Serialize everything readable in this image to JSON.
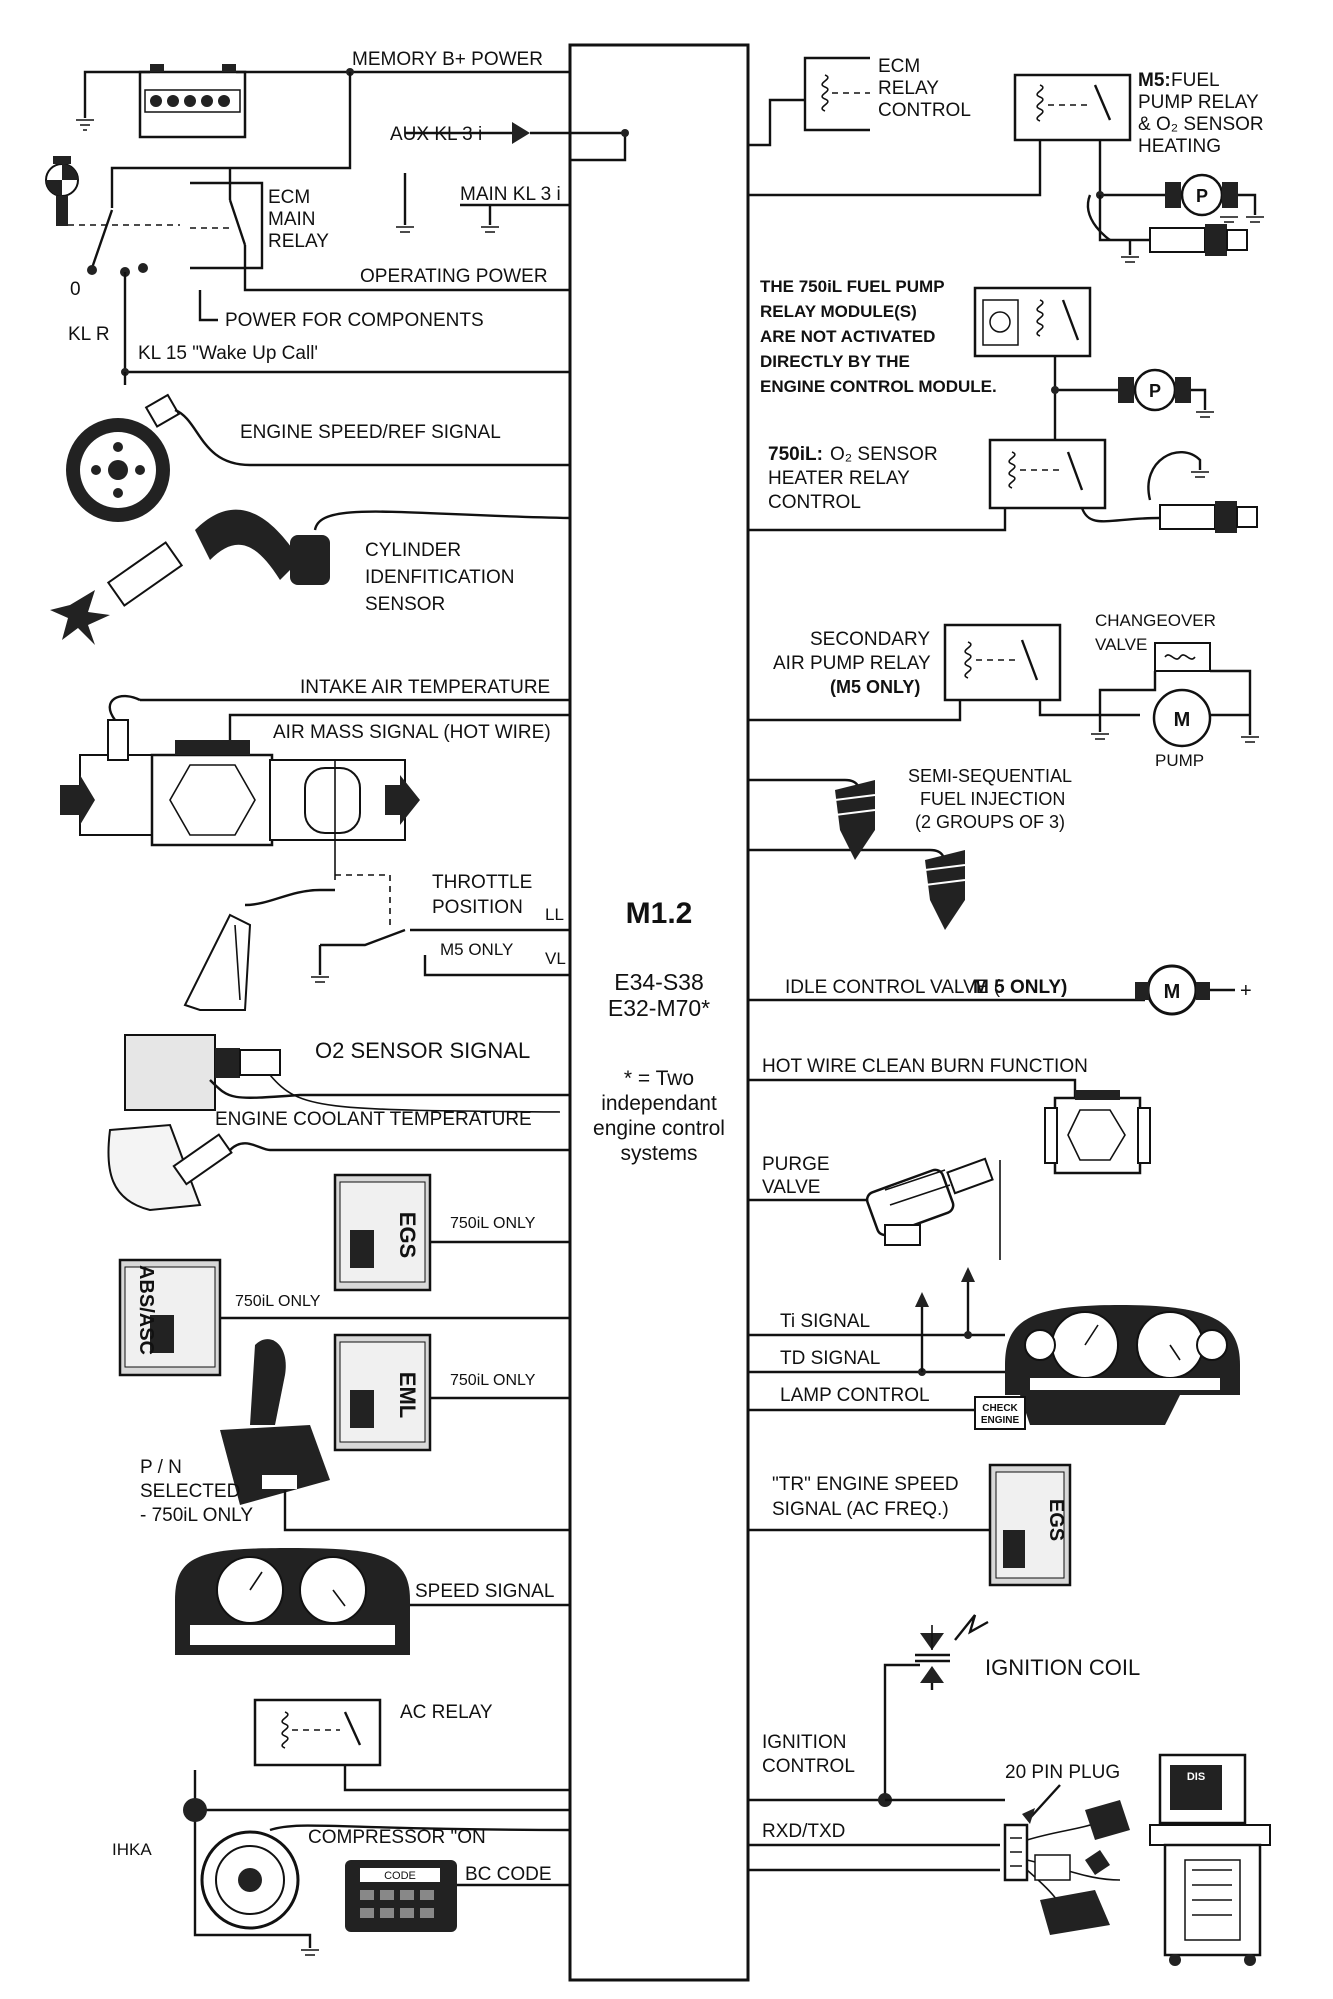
{
  "ecm": {
    "title": "M1.2",
    "model_line1": "E34-S38",
    "model_line2": "E32-M70*",
    "note_line1": "* = Two",
    "note_line2": "independant",
    "note_line3": "engine control",
    "note_line4": "systems"
  },
  "left": {
    "memory_power": "MEMORY B+ POWER",
    "aux_kl": "AUX KL 3 i",
    "main_kl": "MAIN KL 3 i",
    "ecm_main_relay": [
      "ECM",
      "MAIN",
      "RELAY"
    ],
    "operating_power": "OPERATING POWER",
    "power_components": "POWER FOR COMPONENTS",
    "switch_zero": "0",
    "kl_r": "KL R",
    "kl15": "KL 15 \"Wake Up Call'",
    "engine_speed": "ENGINE SPEED/REF SIGNAL",
    "cyl_id": [
      "CYLINDER",
      "IDENFITICATION",
      "SENSOR"
    ],
    "intake_air": "INTAKE AIR TEMPERATURE",
    "air_mass": "AIR MASS SIGNAL (HOT WIRE)",
    "throttle": [
      "THROTTLE",
      "POSITION"
    ],
    "ll": "LL",
    "m5_only": "M5 ONLY",
    "vl": "VL",
    "o2_signal": "O2 SENSOR SIGNAL",
    "coolant": "ENGINE COOLANT TEMPERATURE",
    "egs_label": "EGS",
    "abs_label": "ABS/ASC",
    "eml_label": "EML",
    "only_750_1": "750iL ONLY",
    "only_750_2": "750iL ONLY",
    "only_750_3": "750iL ONLY",
    "pn_selected": [
      "P / N",
      "SELECTED",
      "- 750iL ONLY"
    ],
    "speed_signal": "SPEED SIGNAL",
    "ac_relay": "AC RELAY",
    "ihka": "IHKA",
    "compressor": "COMPRESSOR \"ON",
    "code_label": "CODE",
    "bc_code": "BC CODE"
  },
  "right": {
    "ecm_relay_control": [
      "ECM",
      "RELAY",
      "CONTROL"
    ],
    "m5_fuel_bold": "M5:",
    "m5_fuel": [
      "FUEL",
      "PUMP RELAY",
      "& O₂ SENSOR",
      "HEATING"
    ],
    "fuel_pump_note": [
      "THE 750iL FUEL PUMP",
      "RELAY MODULE(S)",
      "ARE NOT ACTIVATED",
      "DIRECTLY BY THE",
      "ENGINE CONTROL MODULE."
    ],
    "o2_heater_bold": "750iL:",
    "o2_heater": [
      "O₂ SENSOR",
      "HEATER RELAY",
      "CONTROL"
    ],
    "pump_symbol": "P",
    "secondary_air": [
      "SECONDARY",
      "AIR PUMP RELAY",
      "(M5 ONLY)"
    ],
    "changeover": [
      "CHANGEOVER",
      "VALVE"
    ],
    "motor_symbol": "M",
    "pump": "PUMP",
    "injection": [
      "SEMI-SEQUENTIAL",
      "FUEL INJECTION",
      "(2 GROUPS OF 3)"
    ],
    "idle_control": "IDLE CONTROL VALVE (",
    "idle_control_bold": "M 5 ONLY)",
    "plus": "+",
    "hot_wire_clean": "HOT WIRE CLEAN BURN FUNCTION",
    "purge": [
      "PURGE",
      "VALVE"
    ],
    "ti_signal": "Ti SIGNAL",
    "td_signal": "TD SIGNAL",
    "lamp_control": "LAMP CONTROL",
    "check_engine": [
      "CHECK",
      "ENGINE"
    ],
    "tr_engine": [
      "\"TR\" ENGINE SPEED",
      "SIGNAL (AC FREQ.)"
    ],
    "egs_label": "EGS",
    "ignition_coil": "IGNITION COIL",
    "ignition_control": [
      "IGNITION",
      "CONTROL"
    ],
    "pin_plug": "20 PIN PLUG",
    "rxd_txd": "RXD/TXD",
    "dis": "DIS"
  }
}
